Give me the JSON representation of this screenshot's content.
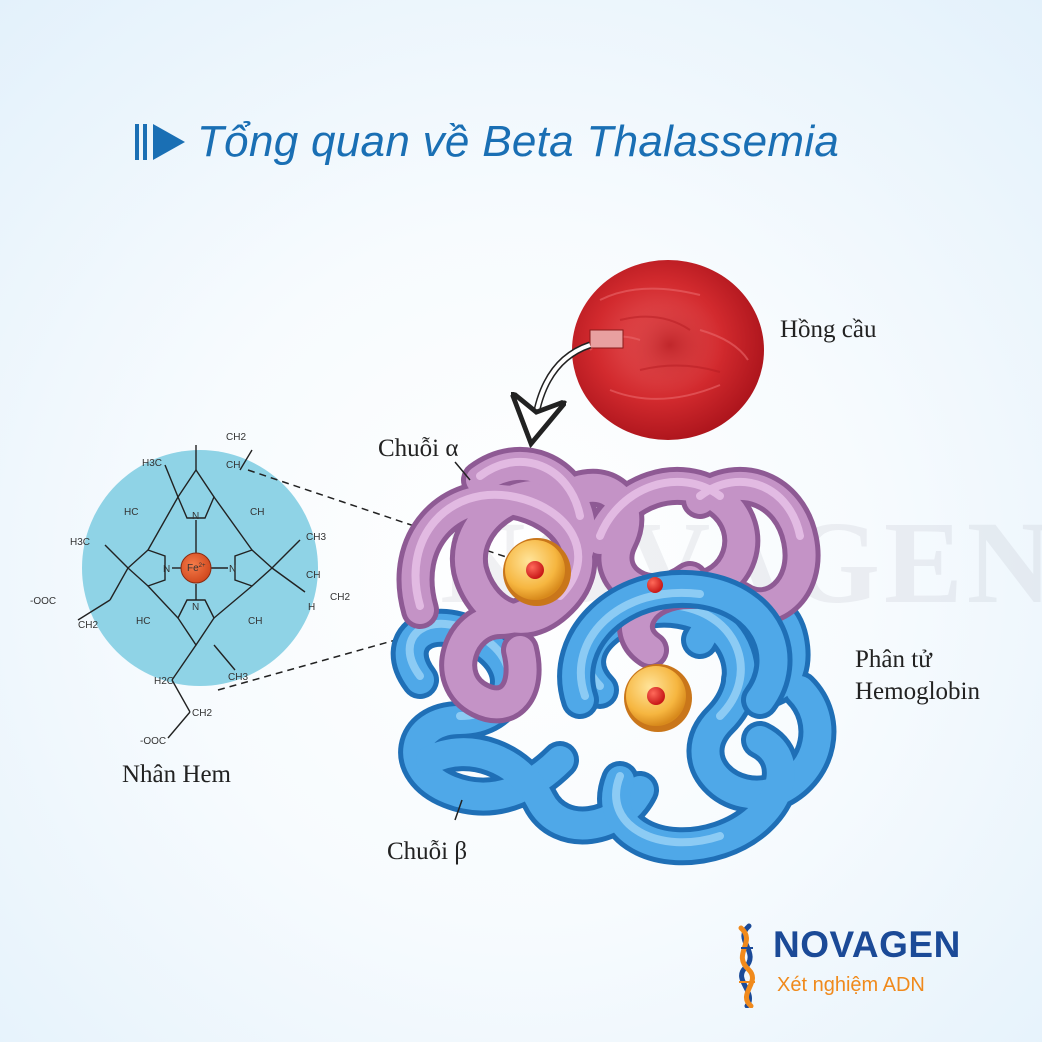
{
  "title": "Tổng quan về Beta Thalassemia",
  "labels": {
    "red_blood_cell": "Hồng cầu",
    "alpha_chain": "Chuỗi α",
    "beta_chain": "Chuỗi β",
    "hemoglobin_line1": "Phân tử",
    "hemoglobin_line2": "Hemoglobin",
    "heme": "Nhân Hem"
  },
  "heme_structure": {
    "iron": "Fe",
    "iron_charge": "2+",
    "nitrogen": "N",
    "groups": {
      "ch2_top": "CH2",
      "ch_top": "CH",
      "h3c": "H3C",
      "ch3_right": "CH3",
      "hc_left": "HC",
      "ch_right": "CH",
      "h3c_left": "H3C",
      "ch_vinyl": "CH",
      "h_vinyl": "H",
      "ch2_vinyl": "CH2",
      "ooc_top": "-OOC",
      "ch2_chain1": "CH2",
      "hc_bottom": "HC",
      "ch_bottom": "CH",
      "ch3_bottom": "CH3",
      "h2c_bottom": "H2C",
      "ch2_chain2": "CH2",
      "ooc_bottom": "-OOC"
    }
  },
  "watermark": "NOVAGEN",
  "logo": {
    "name": "NOVAGEN",
    "tagline": "Xét nghiệm ADN"
  },
  "colors": {
    "title": "#1a6fb4",
    "heme_circle": "#8fd3e6",
    "alpha_chain": "#b77fb6",
    "beta_chain": "#3a8fd6",
    "red_blood_cell": "#d42a2e",
    "logo_name": "#1b4a97",
    "logo_accent": "#f08a1c"
  }
}
